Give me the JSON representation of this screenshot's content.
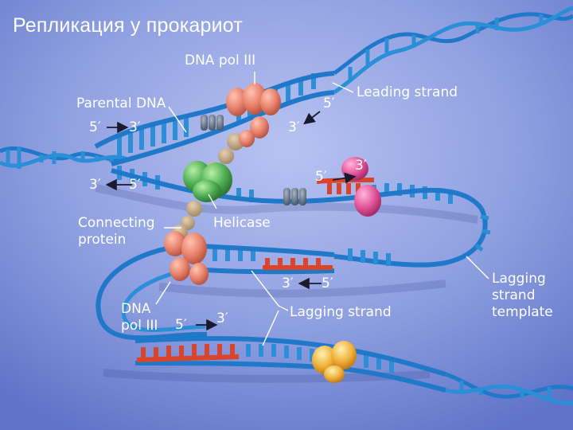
{
  "title": "Репликация у прокариот",
  "labels": {
    "dna_pol_top": "DNA pol III",
    "parental_dna": "Parental DNA",
    "leading_strand": "Leading strand",
    "helicase": "Helicase",
    "connecting_protein_line1": "Connecting",
    "connecting_protein_line2": "protein",
    "dna_pol_bottom_line1": "DNA",
    "dna_pol_bottom_line2": "pol III",
    "lagging_strand": "Lagging strand",
    "lagging_template_line1": "Lagging",
    "lagging_template_line2": "strand",
    "lagging_template_line3": "template"
  },
  "ends": {
    "parental_top_5": "5′",
    "parental_top_3": "3′",
    "parental_bottom_3": "3′",
    "parental_bottom_5": "5′",
    "leading_5": "5′",
    "leading_3": "3′",
    "primer_top_5": "5′",
    "primer_top_3": "3′",
    "okazaki_mid_3": "3′",
    "okazaki_mid_5": "5′",
    "okazaki_bottom_5": "5′",
    "okazaki_bottom_3": "3′"
  },
  "colors": {
    "background": "#8fa0e0",
    "dna_strand": "#1f78c8",
    "dna_rungs": "#2a8fd6",
    "new_strand_red": "#d9442a",
    "polymerase": "#e9826c",
    "helicase": "#4fae52",
    "primase": "#e3559a",
    "clamp": "#5f6f80",
    "ligase": "#f0b23a"
  }
}
